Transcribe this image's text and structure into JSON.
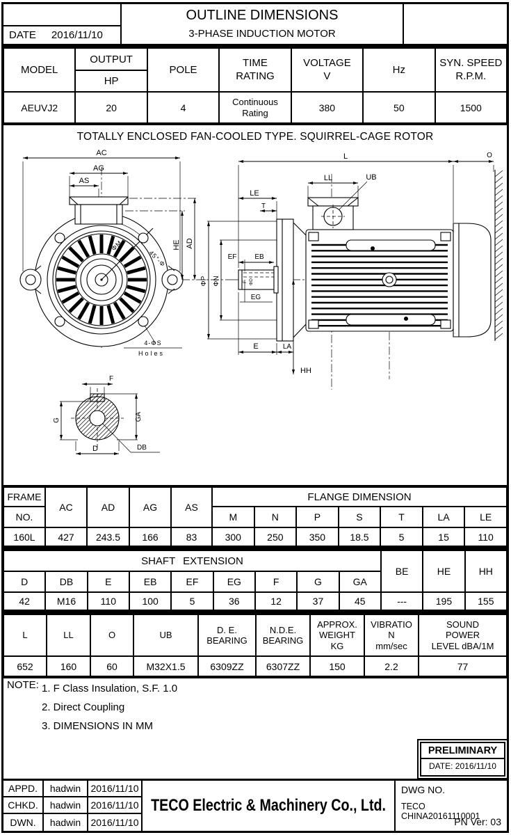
{
  "colors": {
    "ink": "#000000",
    "paper": "#ffffff"
  },
  "header": {
    "date_label": "DATE",
    "date_value": "2016/11/10",
    "title": "OUTLINE DIMENSIONS",
    "subtitle": "3-PHASE INDUCTION MOTOR"
  },
  "spec": {
    "model_label": "MODEL",
    "output_label": "OUTPUT",
    "output_unit": "HP",
    "pole_label": "POLE",
    "time_label": "TIME\nRATING",
    "voltage_label": "VOLTAGE\nV",
    "hz_label": "Hz",
    "syn_label": "SYN. SPEED\nR.P.M.",
    "model": "AEUVJ2",
    "output": "20",
    "pole": "4",
    "time": "Continuous\nRating",
    "voltage": "380",
    "hz": "50",
    "syn": "1500"
  },
  "banner": "TOTALLY ENCLOSED FAN-COOLED TYPE. SQUIRREL-CAGE ROTOR",
  "diagram": {
    "labels": {
      "ac": "AC",
      "ag": "AG",
      "as": "AS",
      "he": "HE",
      "ad": "AD",
      "phi_m": "ΦM",
      "angle": "45°-Φ",
      "phi_p": "ΦP",
      "phi_n": "ΦN",
      "holes_count": "4-ΦS",
      "holes": "Holes",
      "l": "L",
      "o": "O",
      "ll": "LL",
      "ub": "UB",
      "le": "LE",
      "t": "T",
      "ef": "EF",
      "eb": "EB",
      "eg": "EG",
      "e": "E",
      "la": "LA",
      "hh": "HH",
      "f_small": "F",
      "phi_d": "ΦD",
      "f": "F",
      "g": "G",
      "ga": "GA",
      "d": "D",
      "db": "DB"
    }
  },
  "tables": {
    "flange": {
      "frame_label": "FRAME",
      "no_label": "NO.",
      "frame_no": "160L",
      "dim_headers": [
        "AC",
        "AD",
        "AG",
        "AS"
      ],
      "dim_values": [
        "427",
        "243.5",
        "166",
        "83"
      ],
      "flange_title": "FLANGE DIMENSION",
      "flange_headers": [
        "M",
        "N",
        "P",
        "S",
        "T",
        "LA",
        "LE"
      ],
      "flange_values": [
        "300",
        "250",
        "350",
        "18.5",
        "5",
        "15",
        "110"
      ]
    },
    "shaft": {
      "title": "SHAFT EXTENSION",
      "headers": [
        "D",
        "DB",
        "E",
        "EB",
        "EF",
        "EG",
        "F",
        "G",
        "GA"
      ],
      "values": [
        "42",
        "M16",
        "110",
        "100",
        "5",
        "36",
        "12",
        "37",
        "45"
      ],
      "extra_headers": [
        "BE",
        "HE",
        "HH"
      ],
      "extra_values": [
        "---",
        "195",
        "155"
      ]
    },
    "overall": {
      "headers": [
        "L",
        "LL",
        "O",
        "UB",
        "D. E.\nBEARING",
        "N.D.E.\nBEARING",
        "APPROX.\nWEIGHT\nKG",
        "VIBRATIO\nN\nmm/sec",
        "SOUND\nPOWER\nLEVEL dBA/1M"
      ],
      "values": [
        "652",
        "160",
        "60",
        "M32X1.5",
        "6309ZZ",
        "6307ZZ",
        "150",
        "2.2",
        "77"
      ]
    }
  },
  "note": {
    "label": "NOTE:",
    "lines": [
      "1. F Class Insulation, S.F. 1.0",
      "2. Direct Coupling",
      "3. DIMENSIONS IN MM"
    ]
  },
  "preliminary": {
    "title": "PRELIMINARY",
    "date": "DATE: 2016/11/10"
  },
  "footer": {
    "rows": [
      {
        "label": "APPD.",
        "name": "hadwin",
        "date": "2016/11/10"
      },
      {
        "label": "CHKD.",
        "name": "hadwin",
        "date": "2016/11/10"
      },
      {
        "label": "DWN.",
        "name": "hadwin",
        "date": "2016/11/10"
      }
    ],
    "company": "TECO Electric & Machinery Co., Ltd.",
    "dwg_label": "DWG NO.",
    "dwg_no": "TECO CHINA20161110001",
    "pn_ver": "PN Ver: 03"
  }
}
